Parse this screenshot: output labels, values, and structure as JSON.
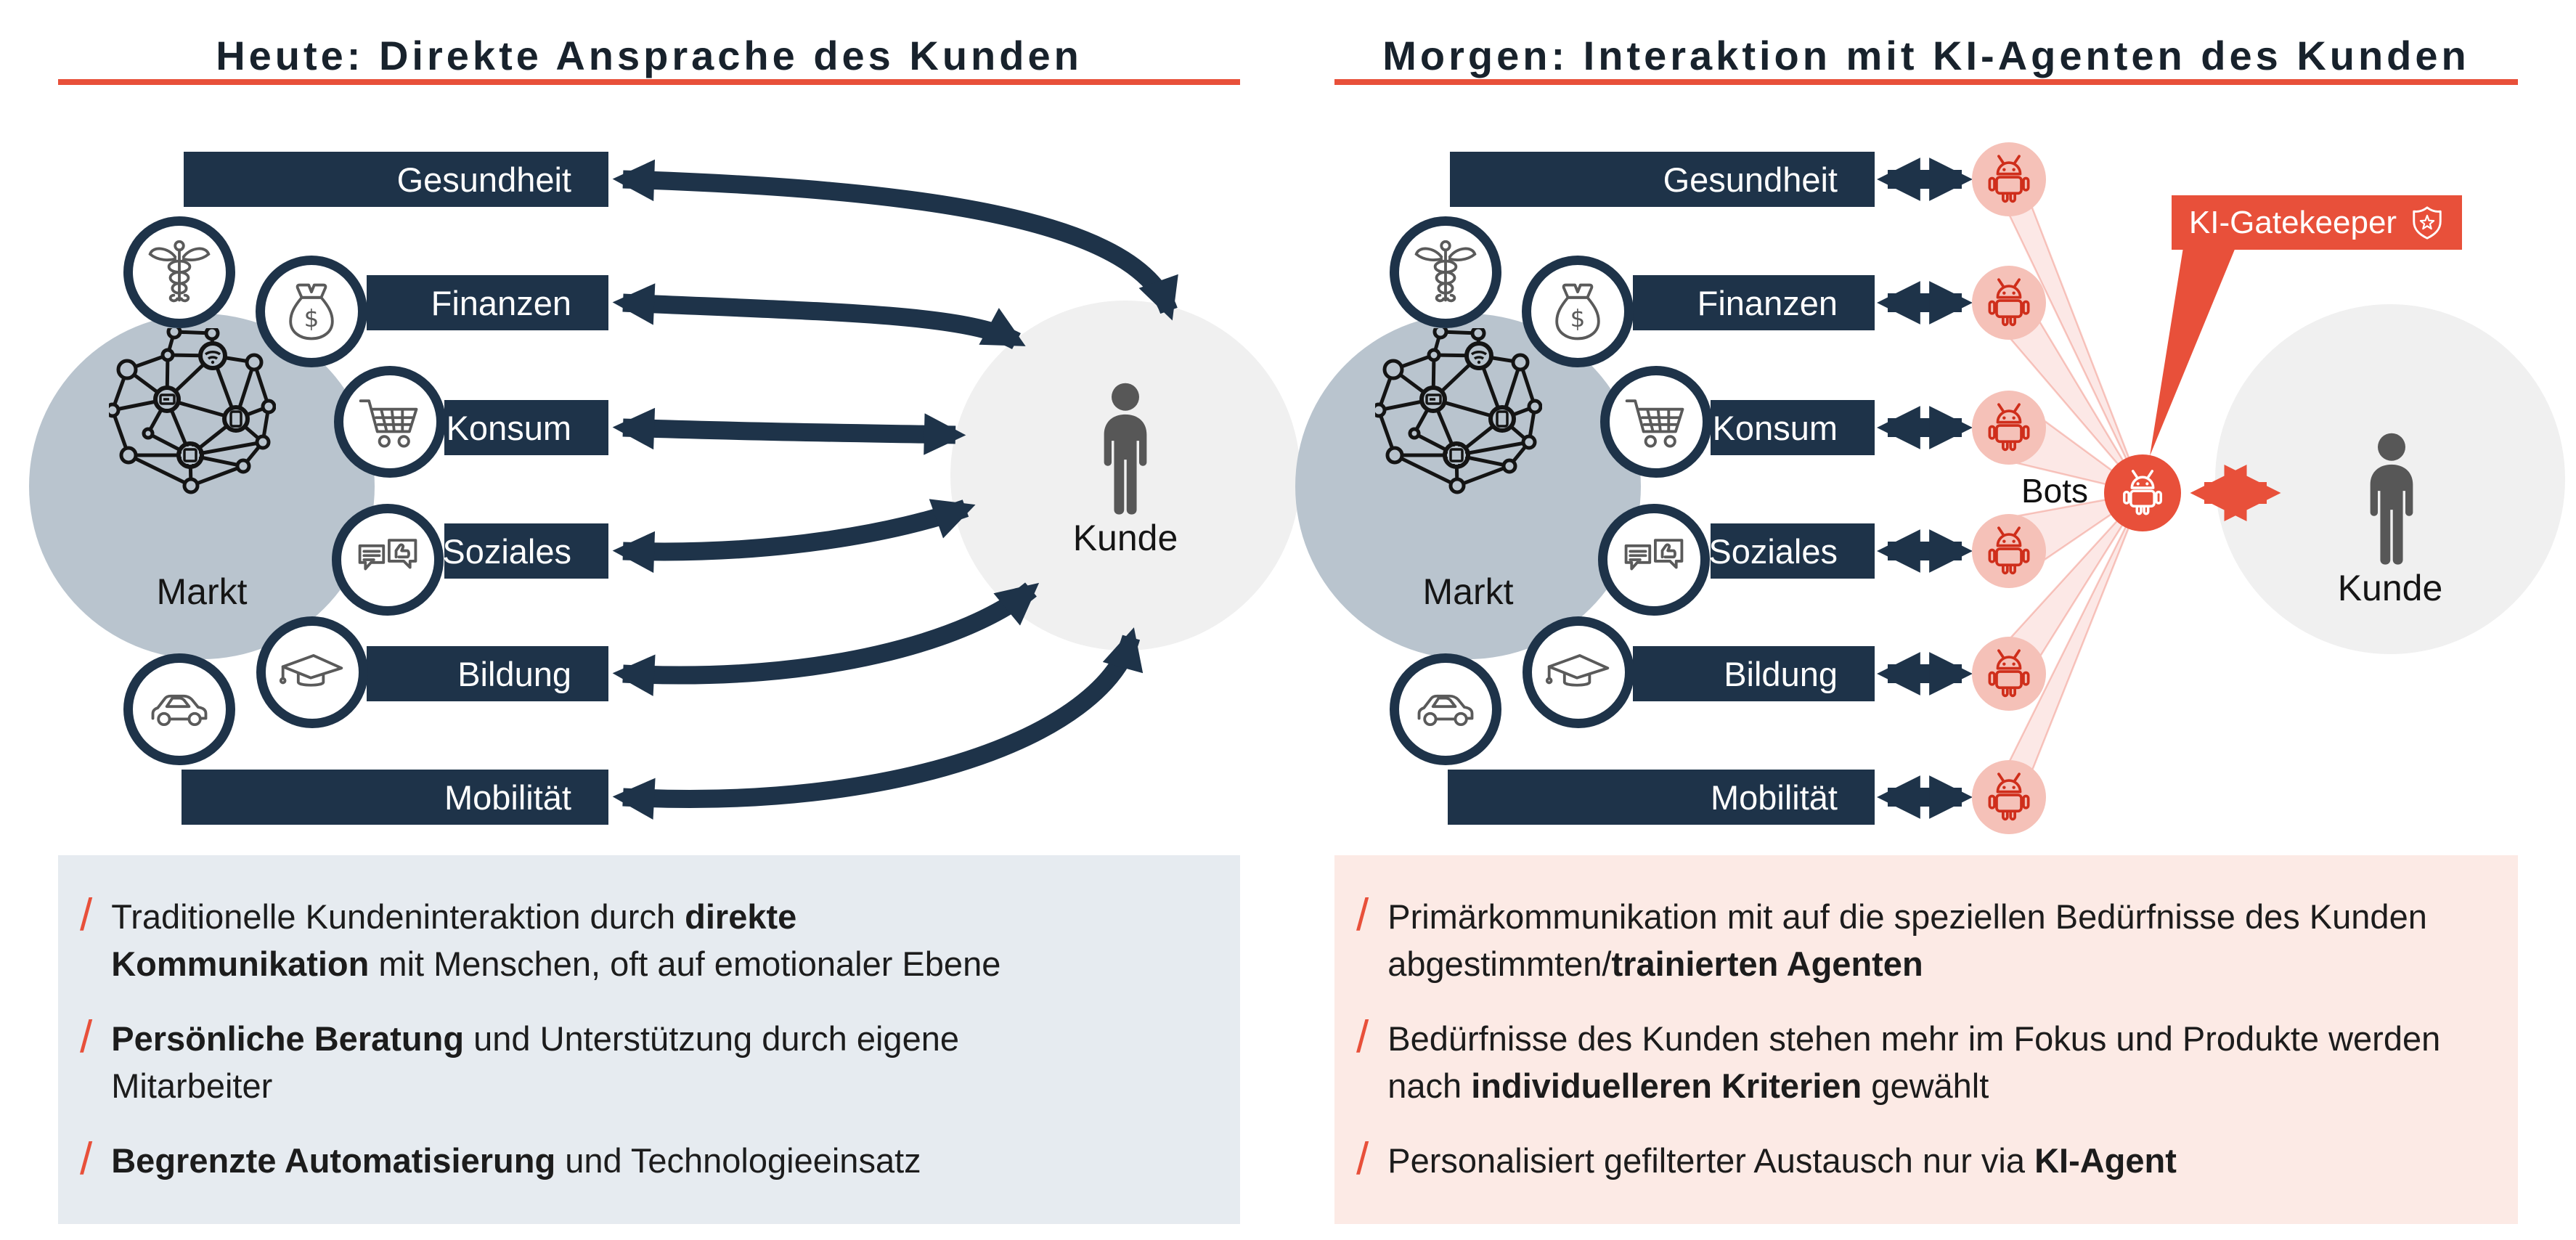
{
  "colors": {
    "navy": "#1e3349",
    "red": "#e8503a",
    "bot_pink": "#f5c1b8",
    "market_blob": "#b9c4ce",
    "customer_circle": "#f0f0f0",
    "left_box_bg": "#e6ebf0",
    "right_box_bg": "#fceae5",
    "icon_stroke": "#5a5a5a",
    "person_fill": "#575757",
    "title_text": "#18222c",
    "body_text": "#1c1c1c"
  },
  "sectors": [
    "Gesundheit",
    "Finanzen",
    "Konsum",
    "Soziales",
    "Bildung",
    "Mobilität"
  ],
  "left": {
    "title": "Heute: Direkte Ansprache des Kunden",
    "market_label": "Markt",
    "customer_label": "Kunde",
    "bullets": [
      [
        {
          "t": "Traditionelle Kundeninteraktion durch "
        },
        {
          "t": "direkte Kommunikation",
          "b": true
        },
        {
          "t": " mit Menschen, oft auf emotionaler Ebene"
        }
      ],
      [
        {
          "t": "Persönliche Beratung",
          "b": true
        },
        {
          "t": " und Unterstützung durch eigene Mitarbeiter"
        }
      ],
      [
        {
          "t": "Begrenzte Automatisierung",
          "b": true
        },
        {
          "t": " und Technologieeinsatz"
        }
      ]
    ]
  },
  "right": {
    "title": "Morgen: Interaktion mit KI-Agenten des Kunden",
    "market_label": "Markt",
    "customer_label": "Kunde",
    "bots_label": "Bots",
    "gatekeeper_label": "KI-Gatekeeper",
    "bullets": [
      [
        {
          "t": "Primärkommunikation mit auf die speziellen Bedürfnisse des Kunden abgestimmten/"
        },
        {
          "t": "trainierten Agenten",
          "b": true
        }
      ],
      [
        {
          "t": "Bedürfnisse des Kunden stehen mehr im Fokus und Produkte werden nach "
        },
        {
          "t": "individuelleren Kriterien",
          "b": true
        },
        {
          "t": " gewählt"
        }
      ],
      [
        {
          "t": "Personalisiert gefilterter Austausch nur via "
        },
        {
          "t": "KI-Agent",
          "b": true
        }
      ]
    ]
  },
  "icons": {
    "health": "caduceus-icon",
    "finance": "money-bag-icon",
    "consumption": "shopping-cart-icon",
    "social": "chat-thumbs-up-icon",
    "education": "graduation-cap-icon",
    "mobility": "car-icon",
    "market": "network-icon",
    "customer": "person-icon",
    "bot": "android-robot-icon",
    "gatekeeper_badge": "shield-star-icon"
  }
}
